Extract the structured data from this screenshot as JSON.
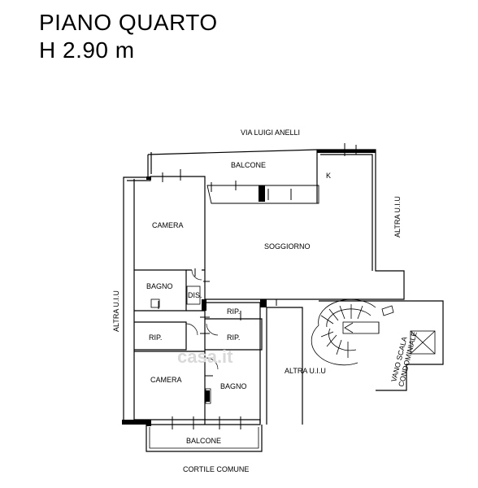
{
  "header": {
    "title": "PIANO QUARTO",
    "height": "H 2.90 m"
  },
  "plan": {
    "street": "VIA LUIGI ANELLI",
    "courtyard": "CORTILE COMUNE",
    "stair_label_1": "VANO SCALA",
    "stair_label_2": "CONDOMINIALE",
    "other_units": [
      "ALTRA U.I.U",
      "ALTRA U.I.U",
      "ALTRA U.I.U"
    ],
    "rooms": [
      "BALCONE",
      "CAMERA",
      "SOGGIORNO",
      "BAGNO",
      "DIS.",
      "RIP.",
      "RIP.",
      "RIP.",
      "CAMERA",
      "BAGNO",
      "BALCONE",
      "K"
    ]
  },
  "watermark": "casa.it"
}
